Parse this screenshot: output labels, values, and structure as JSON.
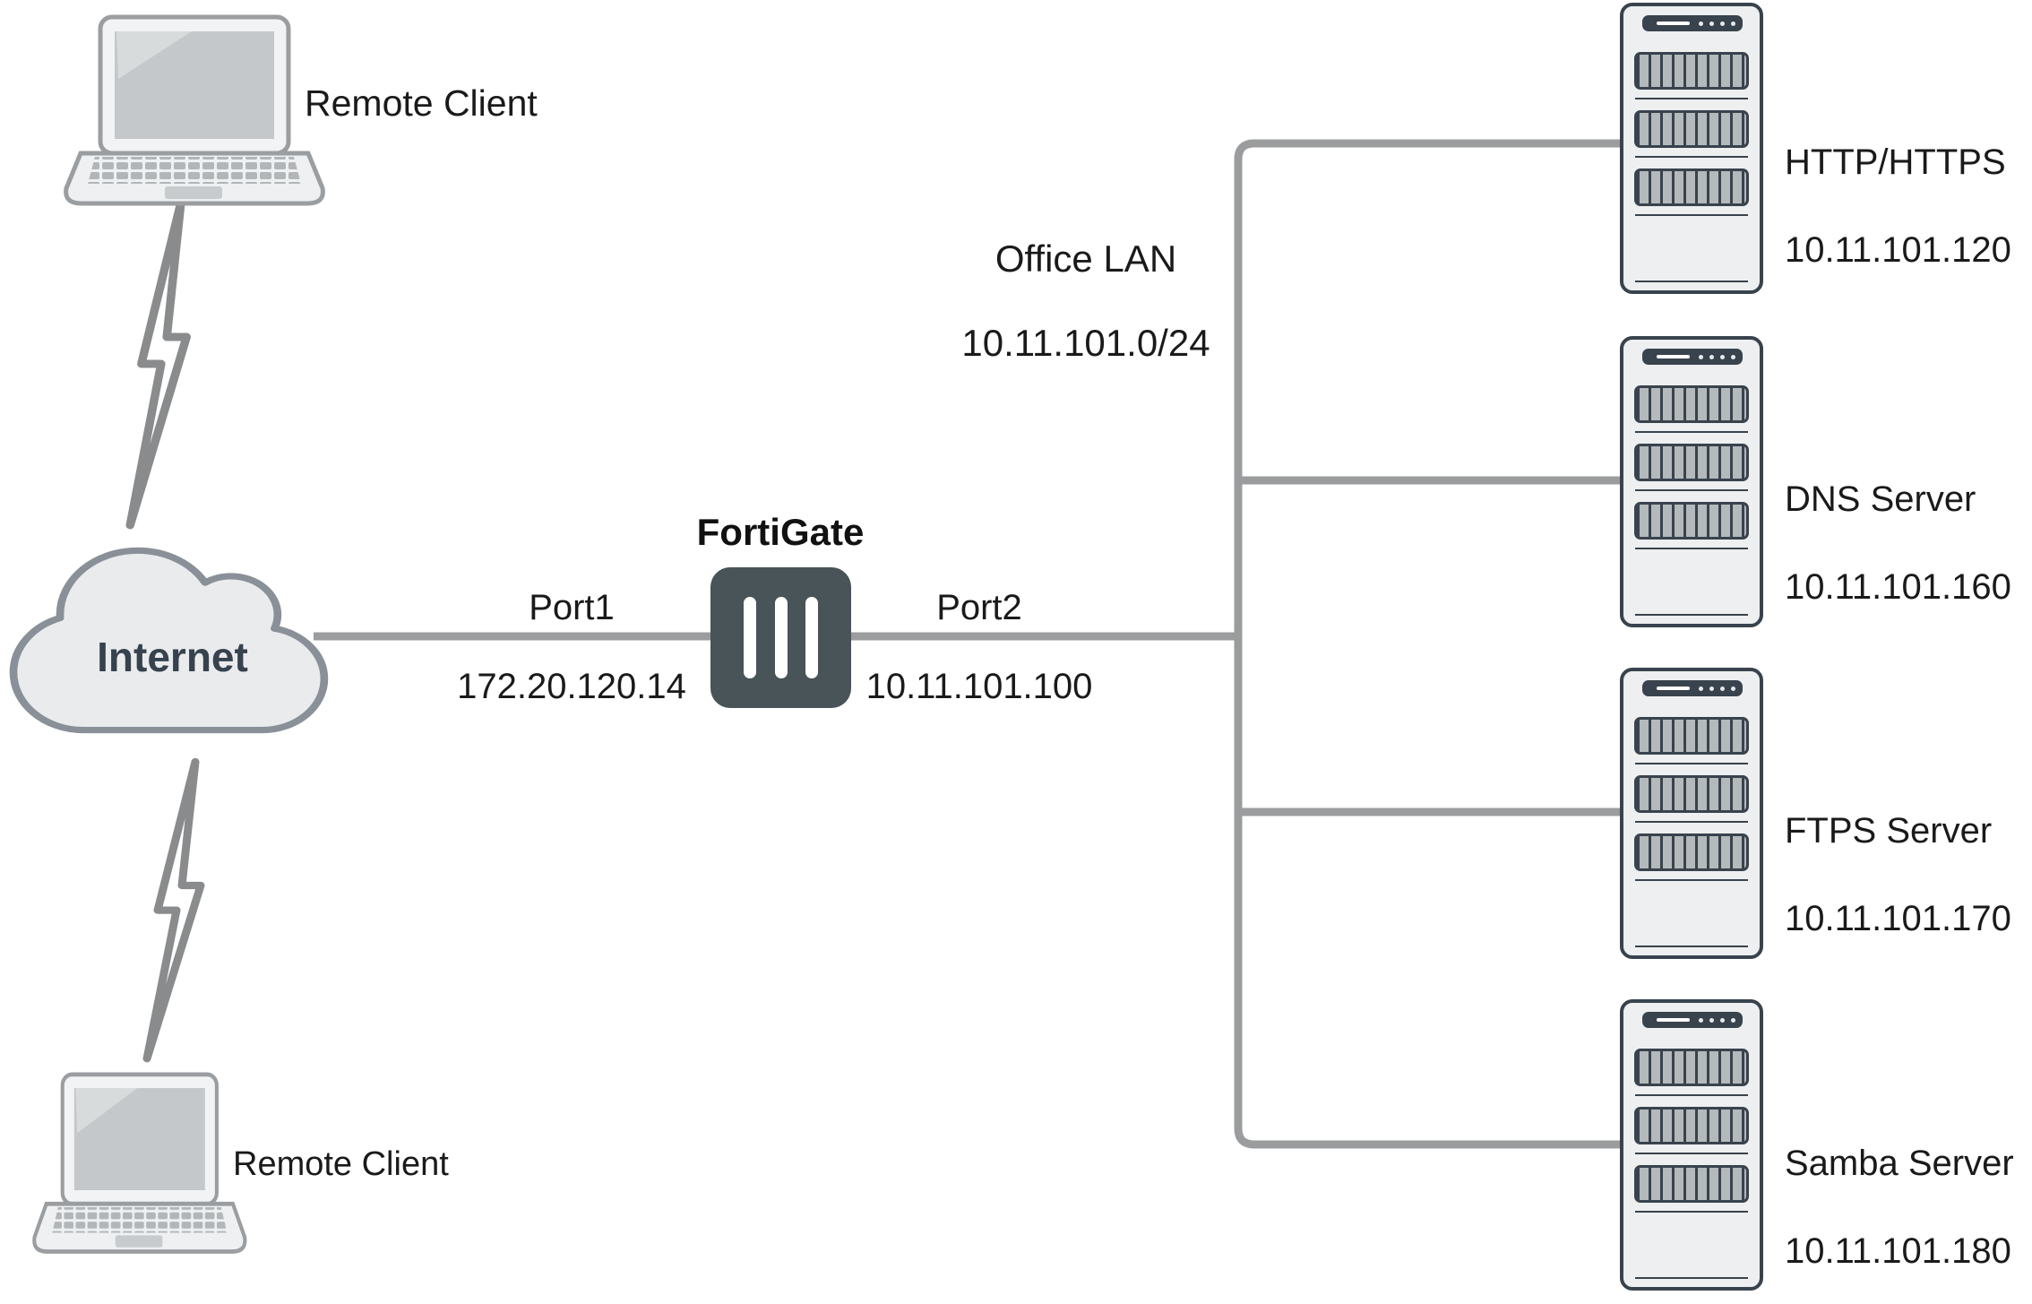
{
  "colors": {
    "line_gray": "#9B9C9D",
    "bolt_gray": "#8A8B8C",
    "cloud_fill": "#E9EBED",
    "cloud_border": "#8A9098",
    "internet_text": "#36424D",
    "fortigate_bg": "#485457",
    "device_dark": "#39434D",
    "device_body": "#EDEFF0",
    "text": "#1A1A1A"
  },
  "nodes": {
    "remote_client_top": {
      "label": "Remote Client"
    },
    "remote_client_bottom": {
      "label": "Remote Client"
    },
    "internet_cloud": {
      "label": "Internet"
    },
    "fortigate": {
      "label": "FortiGate"
    },
    "port1": {
      "name": "Port1",
      "ip": "172.20.120.14"
    },
    "port2": {
      "name": "Port2",
      "ip": "10.11.101.100"
    },
    "office_lan": {
      "name": "Office LAN",
      "subnet": "10.11.101.0/24"
    }
  },
  "servers": [
    {
      "name": "HTTP/HTTPS",
      "ip": "10.11.101.120"
    },
    {
      "name": "DNS Server",
      "ip": "10.11.101.160"
    },
    {
      "name": "FTPS Server",
      "ip": "10.11.101.170"
    },
    {
      "name": "Samba Server",
      "ip": "10.11.101.180"
    }
  ]
}
